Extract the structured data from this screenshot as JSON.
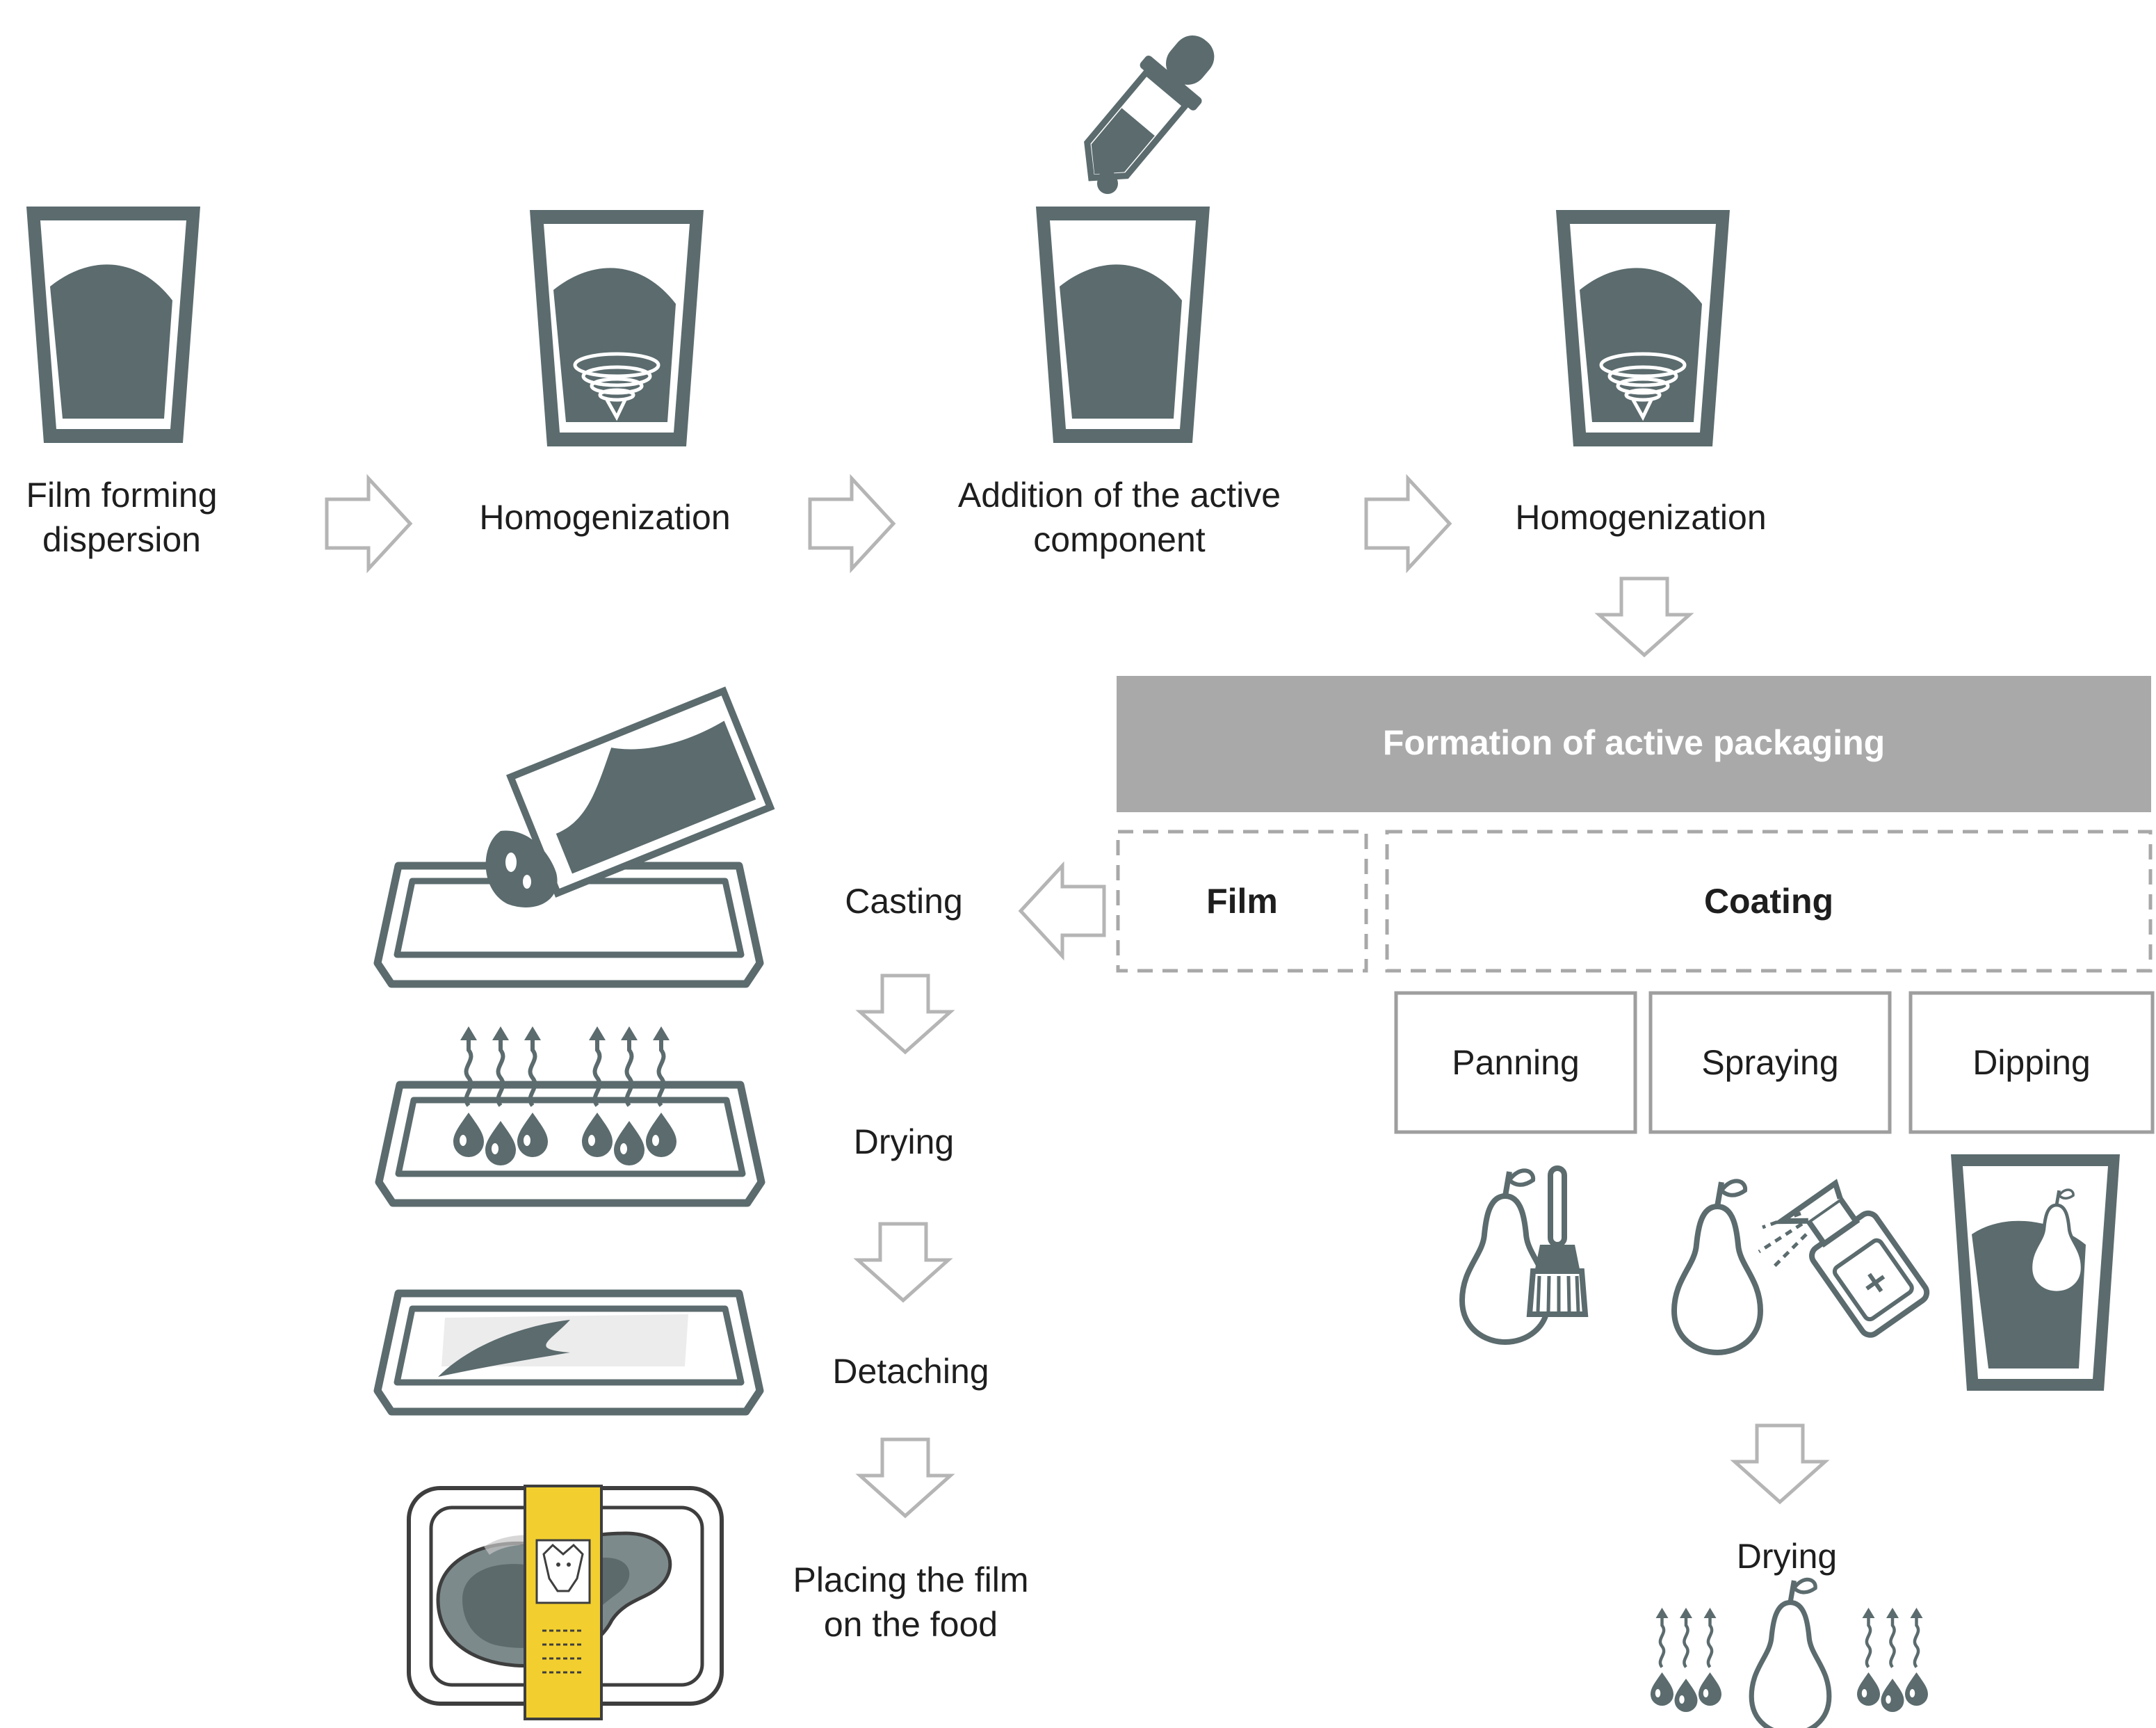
{
  "steps": {
    "film_forming": "Film forming\ndispersion",
    "homogenization_1": "Homogenization",
    "addition": "Addition of the active\ncomponent",
    "homogenization_2": "Homogenization"
  },
  "formation_banner": "Formation of active packaging",
  "branches": {
    "film": "Film",
    "coating": "Coating"
  },
  "coating_methods": {
    "panning": "Panning",
    "spraying": "Spraying",
    "dipping": "Dipping"
  },
  "film_steps": {
    "casting": "Casting",
    "drying": "Drying",
    "detaching": "Detaching",
    "placing": "Placing the film\non the food"
  },
  "coating_drying": "Drying",
  "colors": {
    "icon": "#5b6b6e",
    "banner": "#a9a9a9",
    "arrow_outline": "#b5b5b5",
    "box_border": "#9e9e9e",
    "label_yellow": "#f2cf2e"
  }
}
